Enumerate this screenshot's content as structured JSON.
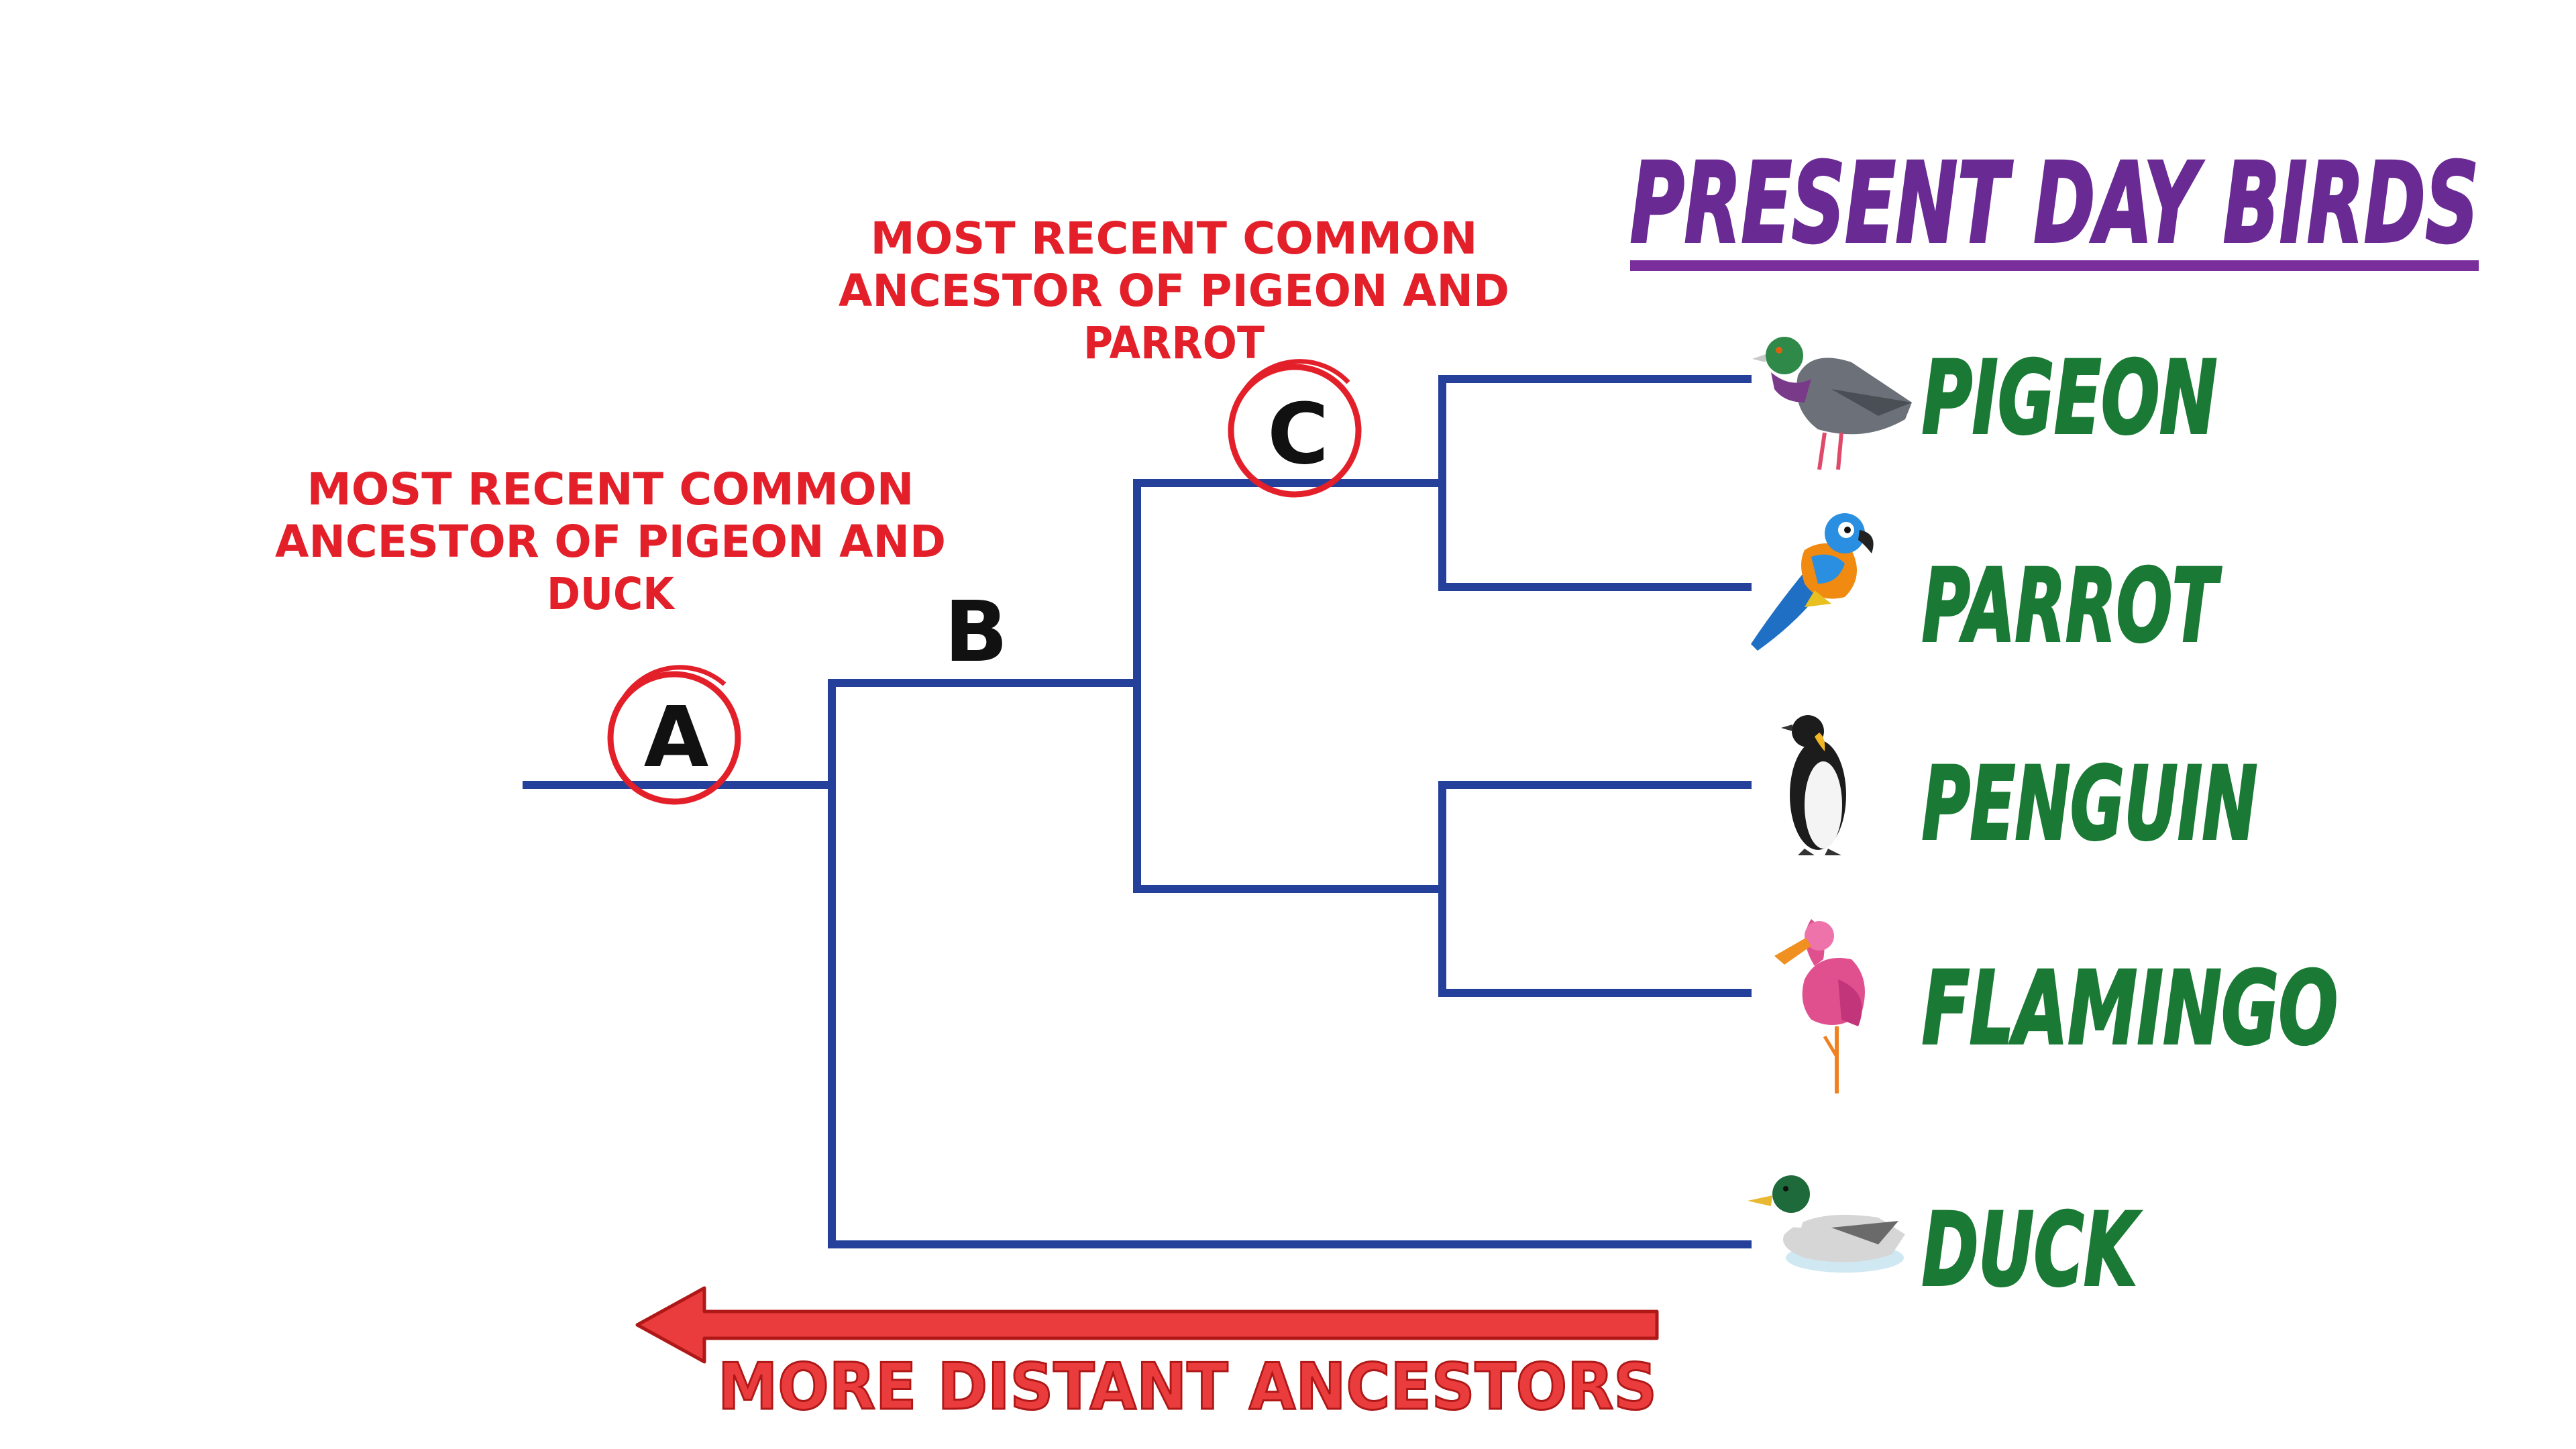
{
  "title": "PRESENT DAY BIRDS",
  "colors": {
    "tree": "#25409b",
    "title": "#6a2a94",
    "title_underline": "#7a2e9c",
    "bird_label": "#1a7a35",
    "annotation": "#e3202a",
    "circle": "#e3202a",
    "arrow": "#ea3c3c"
  },
  "birds": [
    {
      "label": "PIGEON",
      "icon": "pigeon-icon"
    },
    {
      "label": "PARROT",
      "icon": "parrot-icon"
    },
    {
      "label": "PENGUIN",
      "icon": "penguin-icon"
    },
    {
      "label": "FLAMINGO",
      "icon": "flamingo-icon"
    },
    {
      "label": "DUCK",
      "icon": "duck-icon"
    }
  ],
  "nodes": {
    "a": "A",
    "b": "B",
    "c": "C"
  },
  "annotations": {
    "a": [
      "MOST RECENT COMMON",
      "ANCESTOR OF PIGEON AND",
      "DUCK"
    ],
    "c": [
      "MOST RECENT COMMON",
      "ANCESTOR OF PIGEON AND",
      "PARROT"
    ]
  },
  "arrow_label": "MORE DISTANT ANCESTORS"
}
